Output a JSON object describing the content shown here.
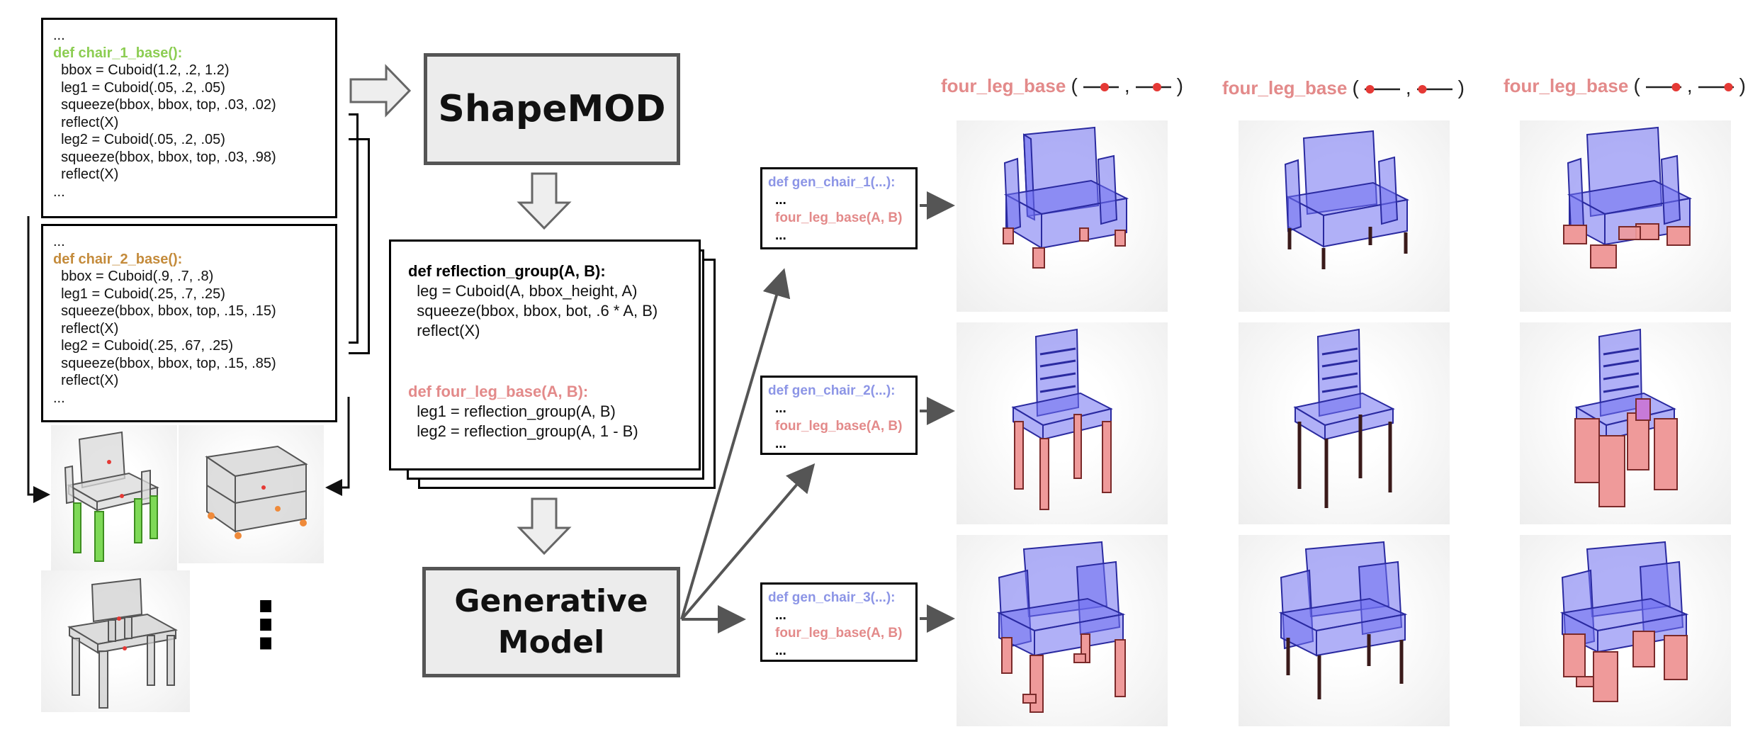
{
  "code_chair1": {
    "lines": [
      "...",
      "def chair_1_base():",
      "  bbox = Cuboid(1.2, .2, 1.2)",
      "  leg1 = Cuboid(.05, .2, .05)",
      "  squeeze(bbox, bbox, top, .03, .02)",
      "  reflect(X)",
      "  leg2 = Cuboid(.05, .2, .05)",
      "  squeeze(bbox, bbox, top, .03, .98)",
      "  reflect(X)",
      "..."
    ]
  },
  "code_chair2": {
    "lines": [
      "...",
      "def chair_2_base():",
      "  bbox = Cuboid(.9, .7, .8)",
      "  leg1 = Cuboid(.25, .7, .25)",
      "  squeeze(bbox, bbox, top, .15, .15)",
      "  reflect(X)",
      "  leg2 = Cuboid(.25, .67, .25)",
      "  squeeze(bbox, bbox, top, .15, .85)",
      "  reflect(X)",
      "..."
    ]
  },
  "ellipsis": "⋮",
  "shapemod_label": "ShapeMOD",
  "generative_label": [
    "Generative",
    "Model"
  ],
  "abstraction_code": {
    "lines": [
      "def reflection_group(A, B):",
      "  leg = Cuboid(A, bbox_height, A)",
      "  squeeze(bbox, bbox, bot, .6 * A, B)",
      "  reflect(X)",
      "",
      "def four_leg_base(A, B):",
      "  leg1 = reflection_group(A, B)",
      "  leg2 = reflection_group(A, 1 - B)"
    ]
  },
  "gen_programs": [
    {
      "def": "def gen_chair_1(...):",
      "dots1": "...",
      "call": "four_leg_base(A, B)",
      "dots2": "..."
    },
    {
      "def": "def gen_chair_2(...):",
      "dots1": "...",
      "call": "four_leg_base(A, B)",
      "dots2": "..."
    },
    {
      "def": "def gen_chair_3(...):",
      "dots1": "...",
      "call": "four_leg_base(A, B)",
      "dots2": "..."
    }
  ],
  "column_headers": [
    {
      "name": "four_leg_base",
      "open": "(",
      "comma": ",",
      "close": ")",
      "slider1": 0.6,
      "slider2": 0.6
    },
    {
      "name": "four_leg_base",
      "open": "(",
      "comma": ",",
      "close": ")",
      "slider1": 0.15,
      "slider2": 0.15
    },
    {
      "name": "four_leg_base",
      "open": "(",
      "comma": ",",
      "close": ")",
      "slider1": 0.85,
      "slider2": 0.85
    }
  ],
  "colors": {
    "blue_keyword": "#8c95e6",
    "pink_keyword": "#e38a8a",
    "green_keyword": "#8ccd52",
    "orange_keyword": "#c48b3b",
    "chair_blue": "#6f6ff0",
    "leg_pink": "#ef9a9a",
    "leg_green": "#7ed957",
    "slider_red": "#e53935"
  }
}
